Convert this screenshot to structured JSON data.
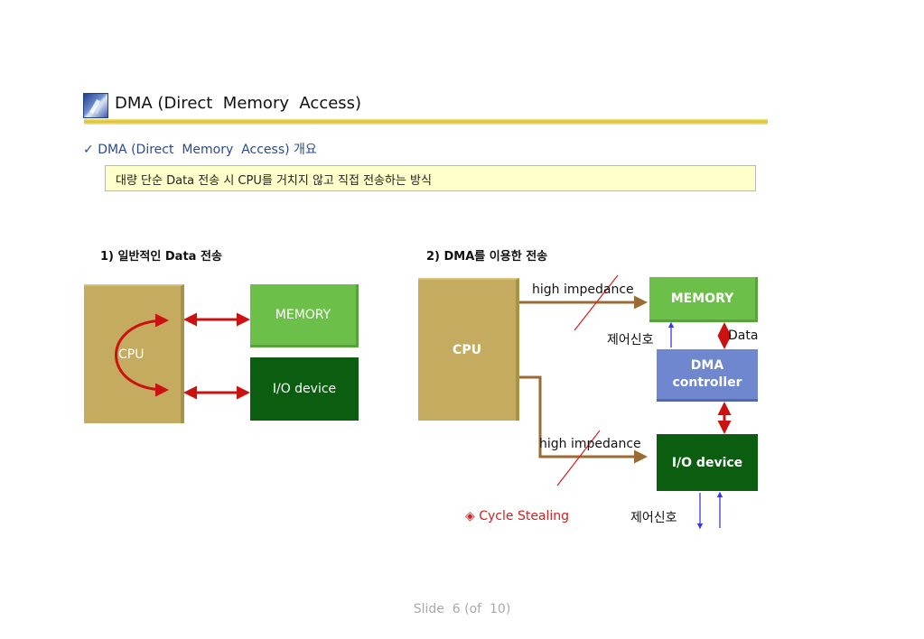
{
  "slide": {
    "title": "DMA (Direct  Memory  Access)",
    "subtitle_check": "✓",
    "subtitle": "DMA (Direct  Memory  Access) 개요",
    "note": "대량 단순 Data 전송 시 CPU를 거치지 않고 직접 전송하는 방식"
  },
  "diagram1": {
    "heading_prefix": "1) 일반적인 ",
    "heading_bold": "Data",
    "heading_suffix": " 전송",
    "cpu": "CPU",
    "memory": "MEMORY",
    "io": "I/O device"
  },
  "diagram2": {
    "heading": "2) DMA를 이용한 전송",
    "cpu": "CPU",
    "memory": "MEMORY",
    "dma_line1": "DMA",
    "dma_line2": "controller",
    "io": "I/O device",
    "high_impedance_top": "high impedance",
    "high_impedance_bottom": "high impedance",
    "control_top": "제어신호",
    "control_bottom": "제어신호",
    "data": "Data",
    "cycle_bullet": "◈",
    "cycle": "Cycle Stealing"
  },
  "footer": "Slide  6 (of  10)",
  "colors": {
    "cpu": "#c5ab5f",
    "memory": "#6cc04a",
    "io": "#0b5e10",
    "dma": "#6f87cf",
    "red_arrow": "#cc1111",
    "brown_arrow": "#9a6b32",
    "blue_arrow": "#3a3ad6",
    "accent_text": "#d42020"
  }
}
